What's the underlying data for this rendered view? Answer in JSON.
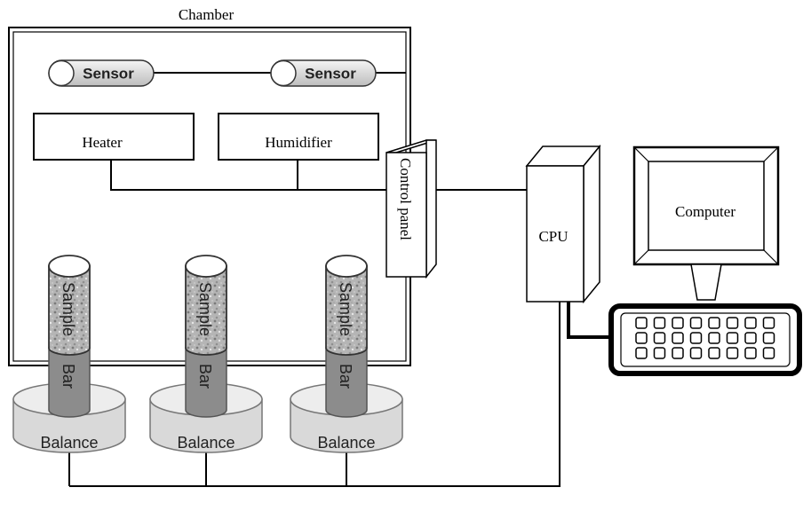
{
  "chamber": {
    "title": "Chamber"
  },
  "sensors": [
    {
      "label": "Sensor"
    },
    {
      "label": "Sensor"
    }
  ],
  "heater": {
    "label": "Heater"
  },
  "humidifier": {
    "label": "Humidifier"
  },
  "control_panel": {
    "label": "Control panel"
  },
  "cpu": {
    "label": "CPU"
  },
  "computer": {
    "label": "Computer"
  },
  "samples": [
    {
      "sample_label": "Sample",
      "bar_label": "Bar",
      "balance_label": "Balance"
    },
    {
      "sample_label": "Sample",
      "bar_label": "Bar",
      "balance_label": "Balance"
    },
    {
      "sample_label": "Sample",
      "bar_label": "Bar",
      "balance_label": "Balance"
    }
  ],
  "colors": {
    "line": "#000000",
    "balance_fill": "#d9d9d9",
    "bar_fill": "#8c8c8c",
    "sensor_fill": "#c8c8c8"
  }
}
